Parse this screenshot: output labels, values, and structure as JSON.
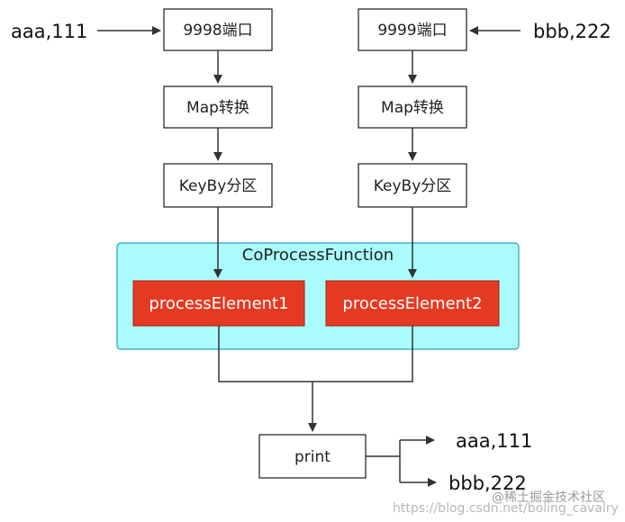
{
  "left_input": "aaa,111",
  "right_input": "bbb,222",
  "left_chain": [
    "9998端口",
    "Map转换",
    "KeyBy分区"
  ],
  "right_chain": [
    "9999端口",
    "Map转换",
    "KeyBy分区"
  ],
  "container": {
    "title": "CoProcessFunction",
    "method_left": "processElement1",
    "method_right": "processElement2"
  },
  "sink": "print",
  "outputs": [
    "aaa,111",
    "bbb,222"
  ],
  "watermark": {
    "url": "https://blog.csdn.net/boling_cavalry",
    "logo": "@稀土掘金技术社区"
  },
  "colors": {
    "container_fill": "#aafbfd",
    "container_stroke": "#2e9fc0",
    "method_fill": "#e53a22",
    "box_stroke": "#1a1a1a",
    "arrow": "#333333"
  }
}
